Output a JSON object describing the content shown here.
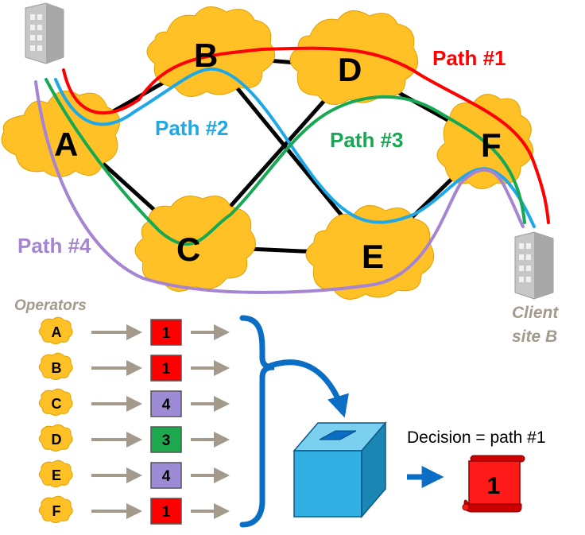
{
  "network": {
    "nodes": [
      {
        "id": "A",
        "label": "A"
      },
      {
        "id": "B",
        "label": "B"
      },
      {
        "id": "C",
        "label": "C"
      },
      {
        "id": "D",
        "label": "D"
      },
      {
        "id": "E",
        "label": "E"
      },
      {
        "id": "F",
        "label": "F"
      }
    ],
    "links": [
      [
        "A",
        "B"
      ],
      [
        "A",
        "C"
      ],
      [
        "B",
        "D"
      ],
      [
        "B",
        "E"
      ],
      [
        "C",
        "D"
      ],
      [
        "C",
        "E"
      ],
      [
        "D",
        "F"
      ],
      [
        "E",
        "F"
      ]
    ],
    "paths": [
      {
        "label": "Path #1",
        "color": "#ff0000"
      },
      {
        "label": "Path #2",
        "color": "#1fa8e8"
      },
      {
        "label": "Path #3",
        "color": "#17a853"
      },
      {
        "label": "Path #4",
        "color": "#a584d2"
      }
    ],
    "client_site_label_1": "Client",
    "client_site_label_2": "site B"
  },
  "voting": {
    "title": "Operators",
    "votes": [
      {
        "operator": "A",
        "vote": "1",
        "color": "#ff0000"
      },
      {
        "operator": "B",
        "vote": "1",
        "color": "#ff0000"
      },
      {
        "operator": "C",
        "vote": "4",
        "color": "#9d8bd6"
      },
      {
        "operator": "D",
        "vote": "3",
        "color": "#1ea84e"
      },
      {
        "operator": "E",
        "vote": "4",
        "color": "#9d8bd6"
      },
      {
        "operator": "F",
        "vote": "1",
        "color": "#ff0000"
      }
    ],
    "decision_label": "Decision = path #1",
    "decision_value": "1"
  },
  "colors": {
    "cloud_fill": "#ffc125",
    "arrow_gray": "#a39a8c",
    "ballot_blue": "#31aee2",
    "bracket_blue": "#0a6fc4"
  },
  "icons": {
    "building": "building-icon",
    "ballot_box": "ballot-box-icon",
    "scroll": "scroll-icon"
  }
}
